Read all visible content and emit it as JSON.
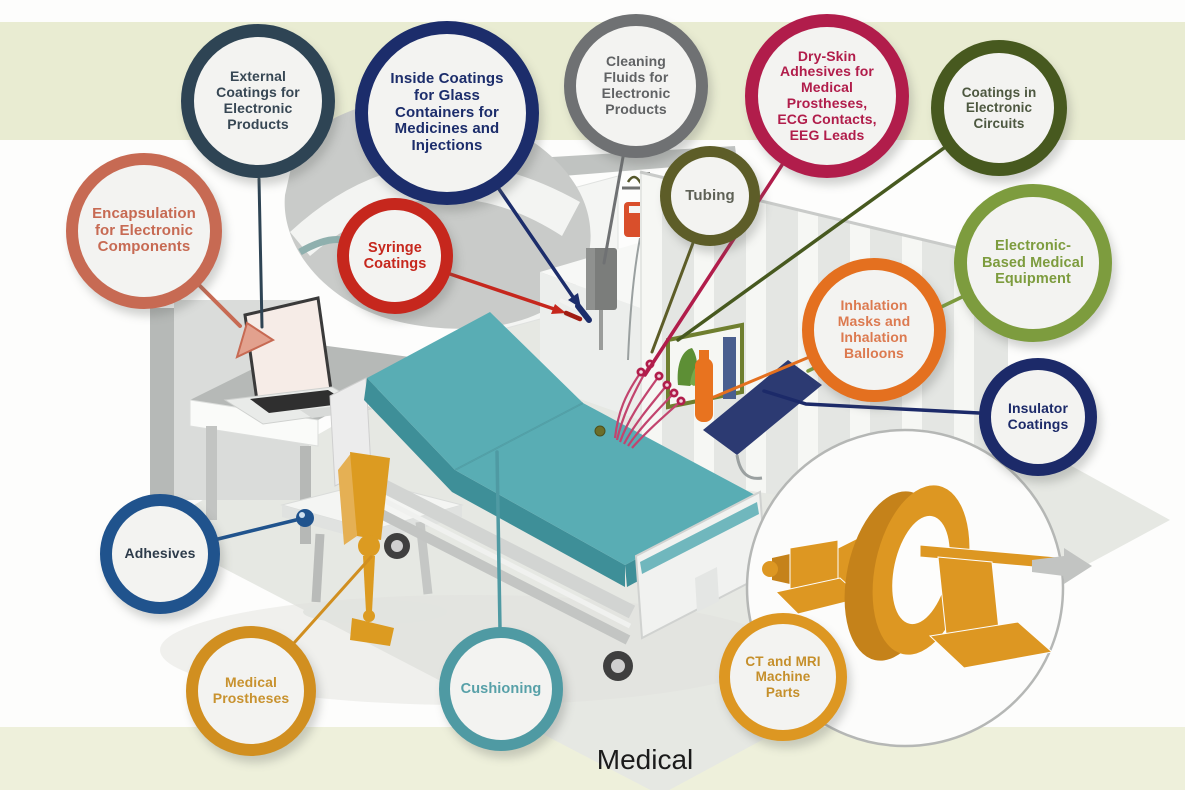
{
  "caption": "Medical",
  "colors": {
    "band_green_top": "#e9ecd2",
    "band_green_bottom": "#eef0db",
    "floor_gray": "#e6e8e3",
    "mattress_teal": "#59adb4",
    "mattress_teal_dark": "#3e8f98",
    "prosthesis_gold": "#dc9b21",
    "ct_gold": "#dd9722",
    "ct_gold_dark": "#c5821a",
    "iv_bag_red": "#d94f2b",
    "inhaler_orange": "#e8731f",
    "screen_frame_green": "#6f7f2f",
    "plant_green": "#5d8f35",
    "panel_navy": "#2c3a72",
    "adhesive_blue": "#20538d",
    "ecg_crimson": "#c2446e",
    "machine_gray": "#c9cbc9",
    "curtain_light": "#f6f7f4",
    "curtain_shade": "#e4e6e3"
  },
  "bubbles": [
    {
      "label": "External Coatings for Electronic Products",
      "border": "#2e4454",
      "text": "#374754"
    },
    {
      "label": "Inside Coatings for Glass Containers for Medicines and Injections",
      "border": "#1c2d6b",
      "text": "#1c2d6b"
    },
    {
      "label": "Cleaning Fluids for Electronic Products",
      "border": "#6f7173",
      "text": "#606264"
    },
    {
      "label": "Dry-Skin Adhesives for Medical Prostheses, ECG Contacts, EEG Leads",
      "border": "#b11d4b",
      "text": "#b11d4b"
    },
    {
      "label": "Coatings in Electronic Circuits",
      "border": "#47591f",
      "text": "#4d5840"
    },
    {
      "label": "Tubing",
      "border": "#5d5d28",
      "text": "#5e6156"
    },
    {
      "label": "Encapsulation for Electronic Components",
      "border": "#c76a53",
      "text": "#c76a53"
    },
    {
      "label": "Syringe Coatings",
      "border": "#c6271d",
      "text": "#c6271d"
    },
    {
      "label": "Electronic-Based Medical Equipment",
      "border": "#7d9c3e",
      "text": "#7d9c3e"
    },
    {
      "label": "Inhalation Masks and Inhalation Balloons",
      "border": "#e4701f",
      "text": "#dc7a50"
    },
    {
      "label": "Insulator Coatings",
      "border": "#1c2a69",
      "text": "#1c2a69"
    },
    {
      "label": "Adhesives",
      "border": "#20538d",
      "text": "#2d3b4a"
    },
    {
      "label": "Medical Prostheses",
      "border": "#d18f20",
      "text": "#c8922f"
    },
    {
      "label": "Cushioning",
      "border": "#4f9aa3",
      "text": "#57a0a8"
    },
    {
      "label": "CT and MRI Machine Parts",
      "border": "#dd9722",
      "text": "#c58f2b"
    }
  ],
  "scene": {
    "elements": [
      "x-ray machine",
      "laptop on desk",
      "stool with adhesive drop",
      "prosthetic leg",
      "hospital bed with teal mattress",
      "bedside cabinet with syringes",
      "IV stand with infusion bags",
      "patient monitor",
      "privacy curtain",
      "ventilator screen with inhaler",
      "bedside display panel",
      "ECG leads",
      "CT scanner magnifier inset",
      "direction arrow"
    ]
  }
}
